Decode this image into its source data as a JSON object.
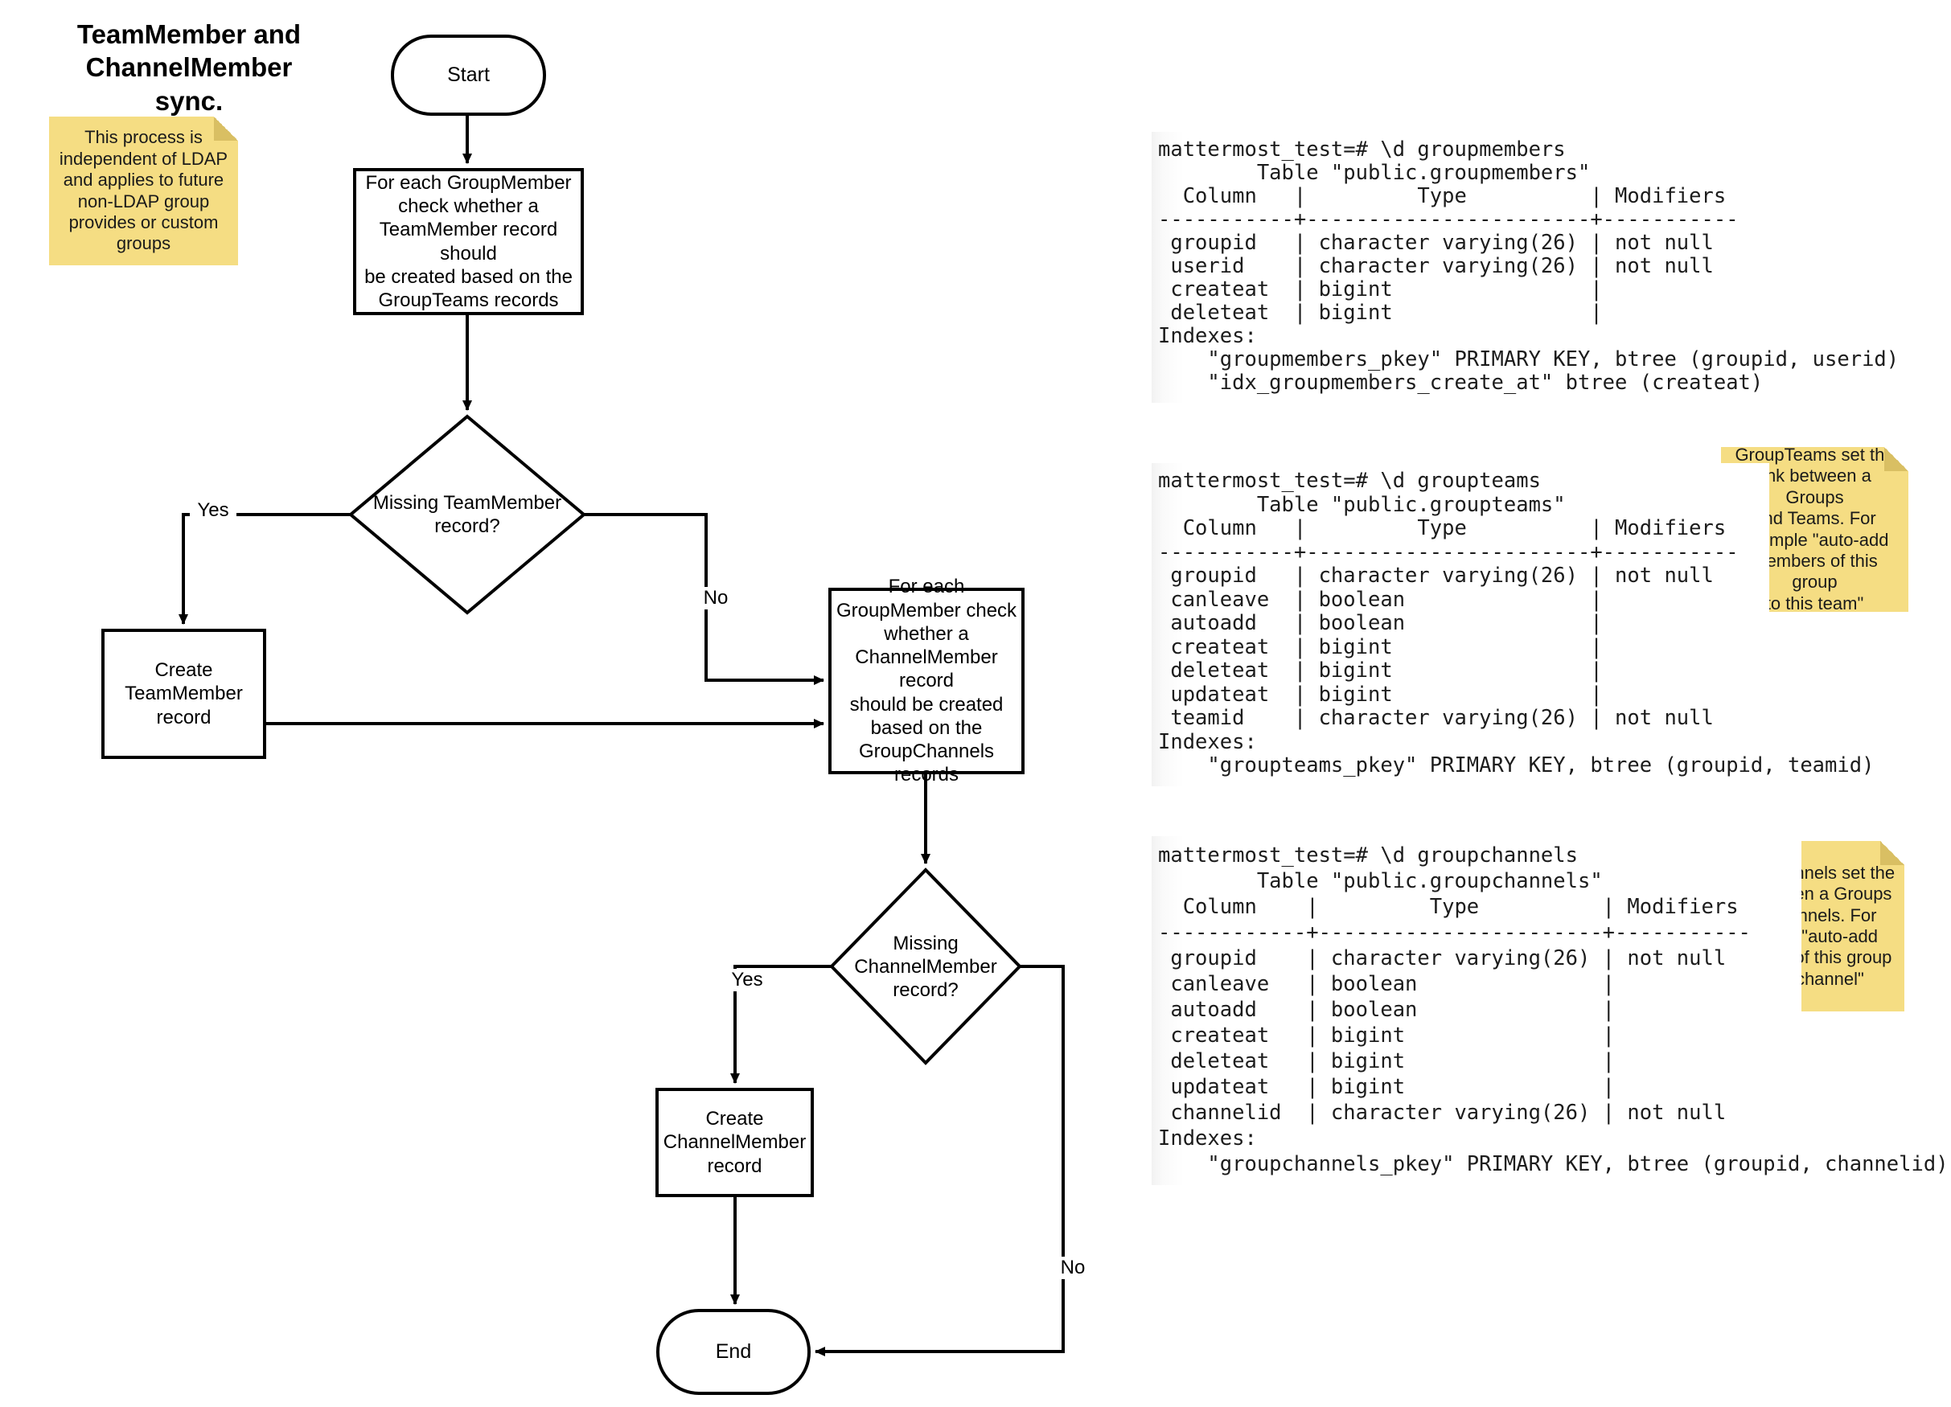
{
  "title": "TeamMember and\nChannelMember sync.",
  "flowchart": {
    "nodes": {
      "start": "Start",
      "process_team": "For each GroupMember\ncheck whether a\nTeamMember record should\nbe created based on the\nGroupTeams records",
      "decision_team": "Missing TeamMember\nrecord?",
      "create_team": "Create\nTeamMember\nrecord",
      "process_channel": "For each\nGroupMember check\nwhether a\nChannelMember record\nshould be created\nbased on the\nGroupChannels\nrecords",
      "decision_channel": "Missing\nChannelMember\nrecord?",
      "create_channel": "Create\nChannelMember\nrecord",
      "end": "End"
    },
    "edge_labels": {
      "team_yes": "Yes",
      "team_no": "No",
      "channel_yes": "Yes",
      "channel_no": "No"
    }
  },
  "notes": [
    {
      "id": "note-ldap",
      "text": "This process is\nindependent of LDAP\nand applies to future\nnon-LDAP group\nprovides or custom\ngroups"
    },
    {
      "id": "note-groupteams",
      "text": "GroupTeams set the\nlink between a Groups\nand Teams. For\nexample \"auto-add\nmembers of this group\nto this team\""
    },
    {
      "id": "note-groupchannels",
      "text": "GroupChannels set the\nlink between a Groups\nand Channels. For\nexample \"auto-add\nmembers of this group\nto this channel\""
    }
  ],
  "terminals": [
    {
      "id": "groupmembers",
      "text": "mattermost_test=# \\d groupmembers\n        Table \"public.groupmembers\"\n  Column   |         Type          | Modifiers\n-----------+-----------------------+-----------\n groupid   | character varying(26) | not null\n userid    | character varying(26) | not null\n createat  | bigint                |\n deleteat  | bigint                |\nIndexes:\n    \"groupmembers_pkey\" PRIMARY KEY, btree (groupid, userid)\n    \"idx_groupmembers_create_at\" btree (createat)"
    },
    {
      "id": "groupteams",
      "text": "mattermost_test=# \\d groupteams\n        Table \"public.groupteams\"\n  Column   |         Type          | Modifiers\n-----------+-----------------------+-----------\n groupid   | character varying(26) | not null\n canleave  | boolean               |\n autoadd   | boolean               |\n createat  | bigint                |\n deleteat  | bigint                |\n updateat  | bigint                |\n teamid    | character varying(26) | not null\nIndexes:\n    \"groupteams_pkey\" PRIMARY KEY, btree (groupid, teamid)"
    },
    {
      "id": "groupchannels",
      "text": "mattermost_test=# \\d groupchannels\n        Table \"public.groupchannels\"\n  Column    |         Type          | Modifiers\n------------+-----------------------+-----------\n groupid    | character varying(26) | not null\n canleave   | boolean               |\n autoadd    | boolean               |\n createat   | bigint                |\n deleteat   | bigint                |\n updateat   | bigint                |\n channelid  | character varying(26) | not null\nIndexes:\n    \"groupchannels_pkey\" PRIMARY KEY, btree (groupid, channelid)"
    }
  ],
  "colors": {
    "sticky_bg": "#f5dd83",
    "sticky_fold": "#d9bf63",
    "stroke": "#000000",
    "page_bg": "#ffffff"
  }
}
